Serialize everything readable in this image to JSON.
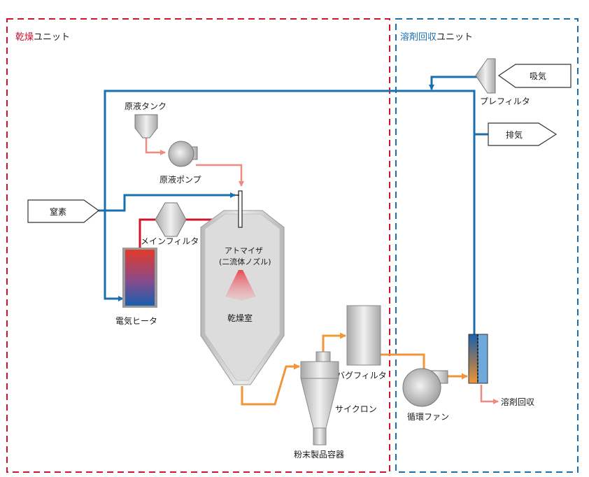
{
  "units": {
    "drying": {
      "name_colored": "乾燥",
      "name_rest": "ユニット",
      "color": "#d0142c"
    },
    "solvent": {
      "name_colored": "溶剤回収",
      "name_rest": "ユニット",
      "color": "#1a6fae"
    }
  },
  "labels": {
    "intake": "吸気",
    "prefilter": "プレフィルタ",
    "exhaust": "排気",
    "feed_tank": "原液タンク",
    "feed_pump": "原液ポンプ",
    "nitrogen": "窒素",
    "main_filter": "メインフィルタ",
    "atomizer": "アトマイザ",
    "atomizer_sub": "(二流体ノズル)",
    "electric_heater": "電気ヒータ",
    "drying_chamber": "乾燥室",
    "bag_filter": "バグフィルタ",
    "cyclone": "サイクロン",
    "powder_container": "粉末製品容器",
    "circulation_fan": "循環ファン",
    "solvent_recovery": "溶剤回収"
  },
  "colors": {
    "nitrogen_line": "#1a6fae",
    "hot_gas_line": "#d0142c",
    "feed_line": "#ef8a80",
    "exhaust_gas_line": "#f0953a",
    "equipment_gray": "#c4c4c4"
  }
}
